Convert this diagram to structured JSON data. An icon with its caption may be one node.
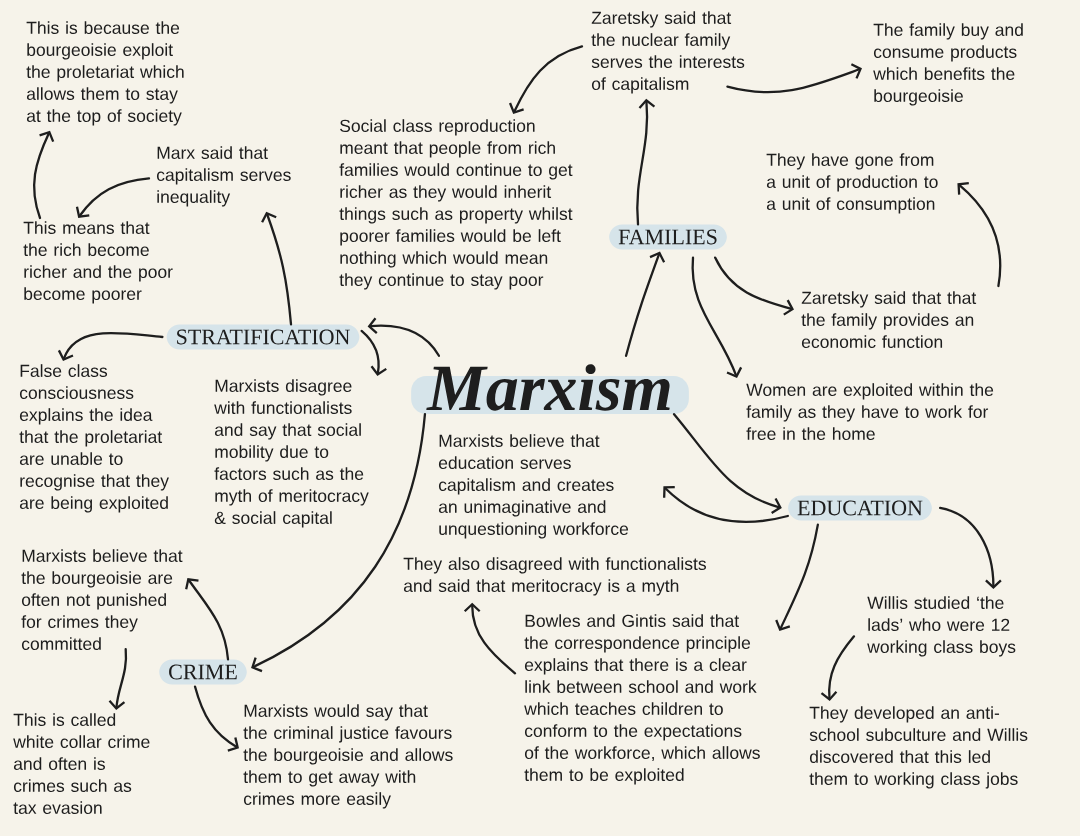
{
  "diagram": {
    "nodes": [
      {
        "text": [
          "Zaretsky said that the nuclear family serves the interests of capitalism"
        ]
      },
      {
        "text": [
          "This is because the bourgeoisie exploit the proletariat which allows them to stay at the top of society"
        ]
      },
      {
        "text": [
          "The family buy and consume products which benefits the bourgeoisie"
        ]
      },
      {
        "text": [
          "Social class reproduction meant that people from rich families would continue to get richer as they would inherit things such as property whilst poorer families would be left nothing which would mean they continue to stay poor"
        ]
      },
      {
        "text": [
          "Marx said that capitalism serves inequality"
        ]
      },
      {
        "text": [
          "They have gone from a unit of production to a unit of consumption"
        ]
      },
      {
        "text": [
          "This means that the rich become richer and the poor become poorer"
        ]
      },
      {
        "text": [
          "FAMILIES"
        ]
      },
      {
        "text": [
          "Zaretsky said that that the family provides an economic function"
        ]
      },
      {
        "text": [
          "STRATIFICATION"
        ]
      },
      {
        "text": [
          "False class consciousness explains the idea that the proletariat are unable to recognise that they are being exploited"
        ]
      },
      {
        "text": [
          "Marxism"
        ]
      },
      {
        "text": [
          "Marxists disagree with functionalists and say that social mobility due to factors such as the myth of meritocracy & social capital"
        ]
      },
      {
        "text": [
          "Women are exploited within the family as they have to work for free in the home"
        ]
      },
      {
        "text": [
          "Marxists believe that education serves capitalism and creates an unimaginative and unquestioning workforce"
        ]
      },
      {
        "text": [
          "EDUCATION"
        ]
      },
      {
        "text": [
          "Marxists believe that the bourgeoisie are often not punished for crimes they committed"
        ]
      },
      {
        "text": [
          "They also disagreed with functionalists and said that meritocracy is a myth"
        ]
      },
      {
        "text": [
          "Willis studied ‘the lads’ who were 12 working class boys"
        ]
      },
      {
        "text": [
          "Bowles and Gintis said that the correspondence principle explains that there is a clear link between school and work which teaches children to conform to the expectations of the workforce, which allows them to be exploited"
        ]
      },
      {
        "text": [
          "CRIME"
        ]
      },
      {
        "text": [
          "Marxists would say that the criminal justice favours the bourgeoisie and allows them to get away with crimes more easily"
        ]
      },
      {
        "text": [
          "They developed an anti-school subculture and Willis discovered that this led them to working class jobs"
        ]
      },
      {
        "text": [
          "This is called white collar crime and often is crimes such as tax evasion"
        ]
      }
    ],
    "edges": [
      {
        "from": 11,
        "to": 9,
        "arrow": "to"
      },
      {
        "from": 9,
        "to": 12,
        "arrow": "to"
      },
      {
        "from": 9,
        "to": 4,
        "arrow": "to"
      },
      {
        "from": 9,
        "to": 10,
        "arrow": "to"
      },
      {
        "from": 4,
        "to": 6,
        "arrow": "to"
      },
      {
        "from": 6,
        "to": 1,
        "arrow": "to"
      },
      {
        "from": 11,
        "to": 20,
        "arrow": "to"
      },
      {
        "from": 20,
        "to": 16,
        "arrow": "to"
      },
      {
        "from": 16,
        "to": 23,
        "arrow": "to"
      },
      {
        "from": 20,
        "to": 21,
        "arrow": "to"
      },
      {
        "from": 11,
        "to": 7,
        "arrow": "to"
      },
      {
        "from": 7,
        "to": 0,
        "arrow": "to"
      },
      {
        "from": 0,
        "to": 3,
        "arrow": "to"
      },
      {
        "from": 0,
        "to": 2,
        "arrow": "to"
      },
      {
        "from": 7,
        "to": 8,
        "arrow": "to"
      },
      {
        "from": 7,
        "to": 13,
        "arrow": "to"
      },
      {
        "from": 8,
        "to": 5,
        "arrow": "to"
      },
      {
        "from": 11,
        "to": 15,
        "arrow": "to"
      },
      {
        "from": 15,
        "to": 14,
        "arrow": "to"
      },
      {
        "from": 15,
        "to": 19,
        "arrow": "to"
      },
      {
        "from": 15,
        "to": 18,
        "arrow": "to"
      },
      {
        "from": 18,
        "to": 22,
        "arrow": "to"
      },
      {
        "from": 19,
        "to": 17,
        "arrow": "to"
      }
    ]
  }
}
